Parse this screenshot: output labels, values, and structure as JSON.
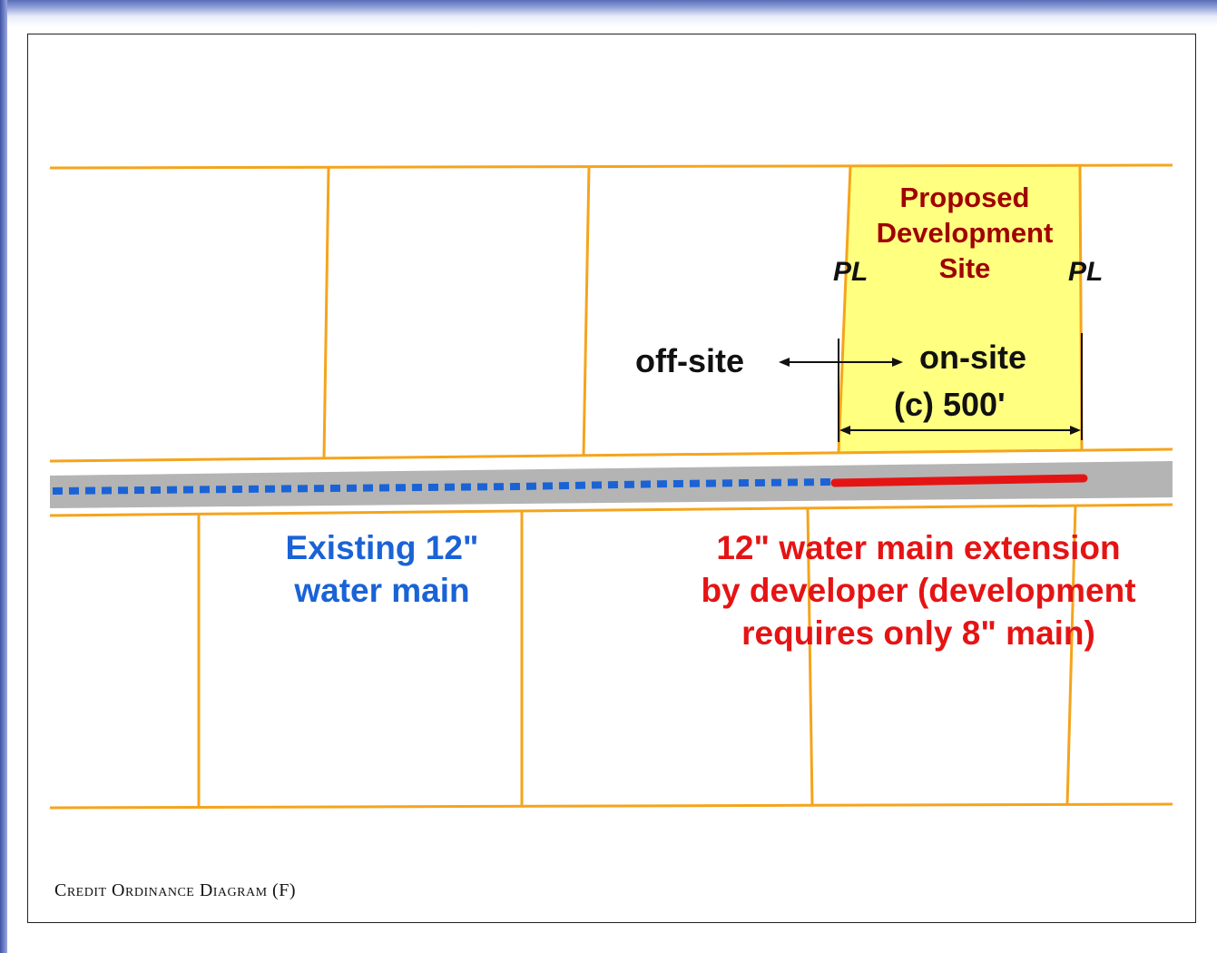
{
  "site": {
    "title_line1": "Proposed",
    "title_line2": "Development",
    "title_line3": "Site",
    "property_line_marker": "PL"
  },
  "labels": {
    "off_site": "off-site",
    "on_site": "on-site",
    "dimension": "(c) 500'"
  },
  "existing_main": {
    "line1": "Existing 12\"",
    "line2": "water main"
  },
  "extension": {
    "line1": "12\" water main extension",
    "line2": "by developer (development",
    "line3": "requires only 8\" main)"
  },
  "caption": "Credit Ordinance Diagram (F)",
  "colors": {
    "lot_lines": "#f5a41c",
    "site_fill": "#ffff80",
    "road": "#b4b4b4",
    "existing_main": "#1a63d6",
    "extension_main": "#e51414",
    "site_title": "#a00000"
  }
}
